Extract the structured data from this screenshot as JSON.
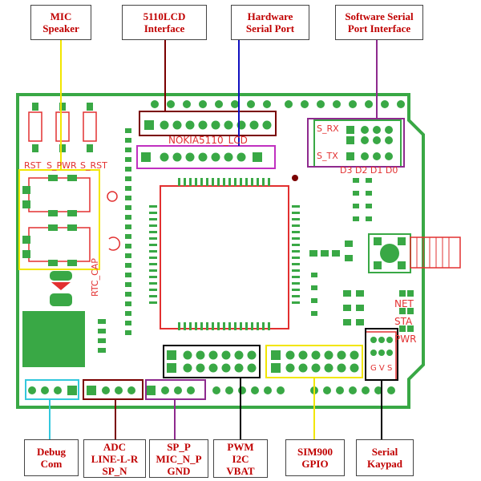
{
  "labels": {
    "mic_speaker": [
      "MIC",
      "Speaker"
    ],
    "lcd_interface": [
      "5110LCD",
      "Interface"
    ],
    "hw_serial": [
      "Hardware",
      "Serial Port"
    ],
    "sw_serial": [
      "Software Serial",
      "Port Interface"
    ],
    "debug": [
      "Debug",
      "Com"
    ],
    "adc": [
      "ADC",
      "LINE-L-R",
      "SP_N"
    ],
    "spp": [
      "SP_P",
      "MIC_N_P",
      "GND"
    ],
    "pwm": [
      "PWM",
      "I2C",
      "VBAT"
    ],
    "sim900": [
      "SIM900",
      "GPIO"
    ],
    "serial_kaypad": [
      "Serial",
      "Kaypad"
    ]
  },
  "silkscreen": {
    "rst": "RST",
    "s_pwr": "S_PWR",
    "s_rst": "S_RST",
    "lcd": "NOKIA5110_LCD",
    "s_rx": "S_RX",
    "s_tx": "S_TX",
    "d_pins": "D3 D2 D1 D0",
    "rtc_cap": "RTC_CAP",
    "net": "NET",
    "sta": "STA",
    "pwr": "PWR",
    "gvs": "G V S"
  },
  "colors": {
    "pcb": "#39a845",
    "silk": "#e23030",
    "pad": "#1f7a2c",
    "leader_yellow": "#f2e600",
    "leader_darkred": "#7a0000",
    "leader_blue": "#1010c0",
    "leader_purple": "#8e2a8e",
    "leader_cyan": "#33c8dd",
    "leader_black": "#000000"
  }
}
